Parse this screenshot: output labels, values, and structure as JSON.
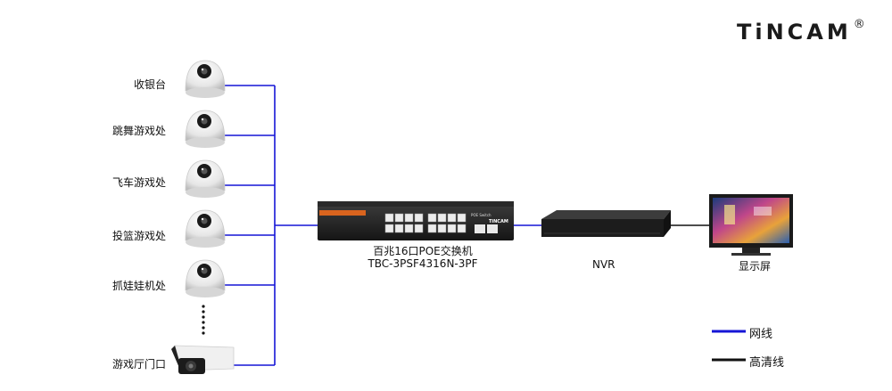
{
  "brand": {
    "logo_text": "TiNCAM",
    "registered_mark": "®"
  },
  "cameras": [
    {
      "label": "收银台",
      "type": "dome"
    },
    {
      "label": "跳舞游戏处",
      "type": "dome"
    },
    {
      "label": "飞车游戏处",
      "type": "dome"
    },
    {
      "label": "投篮游戏处",
      "type": "dome"
    },
    {
      "label": "抓娃娃机处",
      "type": "dome"
    },
    {
      "label": "游戏厅门口",
      "type": "bullet"
    }
  ],
  "switch": {
    "caption_line1": "百兆16口POE交换机",
    "caption_line2": "TBC-3PSF4316N-3PF",
    "panel_text": "POE Switch",
    "panel_brand": "TiNCAM"
  },
  "nvr": {
    "label": "NVR"
  },
  "monitor": {
    "label": "显示屏"
  },
  "legend": [
    {
      "label": "网线",
      "color": "#1515d6"
    },
    {
      "label": "高清线",
      "color": "#111111"
    }
  ],
  "colors": {
    "network_line": "#1515d6",
    "hd_line": "#111111",
    "switch_accent": "#d9641e"
  }
}
